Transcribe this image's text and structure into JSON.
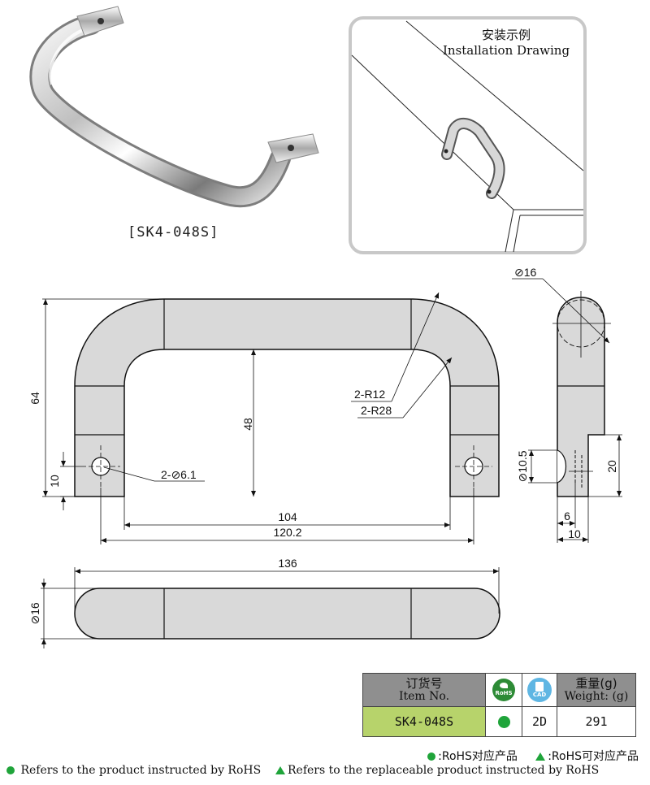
{
  "product": {
    "caption": "[SK4-048S]"
  },
  "installation": {
    "title_cn": "安装示例",
    "title_en": "Installation Drawing"
  },
  "dimensions": {
    "overall_height": "64",
    "inner_height": "48",
    "hole_offset": "10",
    "holes": "2-⊘6.1",
    "inner_radius": "2-R12",
    "outer_radius": "2-R28",
    "inner_width": "104",
    "hole_spacing": "120.2",
    "overall_width": "136",
    "diameter_top": "⊘16",
    "diameter_side": "⊘16",
    "side_hole": "⊘10.5",
    "side_height": "20",
    "side_6": "6",
    "side_10": "10"
  },
  "table": {
    "item_header_cn": "订货号",
    "item_header_en": "Item No.",
    "rohs_badge": "RoHS",
    "cad_badge": "CAD",
    "weight_header_cn": "重量(g)",
    "weight_header_en": "Weight: (g)",
    "item_no": "SK4-048S",
    "cad_value": "2D",
    "weight": "291"
  },
  "legend": {
    "rohs_cn": ":RoHS对应产品",
    "replaceable_cn": ":RoHS可对应产品",
    "rohs_en": "Refers to the product instructed by RoHS",
    "replaceable_en": "Refers to the replaceable product instructed by RoHS"
  },
  "colors": {
    "part_fill": "#d9d9d9",
    "item_cell": "#b7d36b",
    "header_cell": "#8f8f8f",
    "rohs_green": "#1fa43a",
    "cad_blue": "#5fb6e3"
  }
}
